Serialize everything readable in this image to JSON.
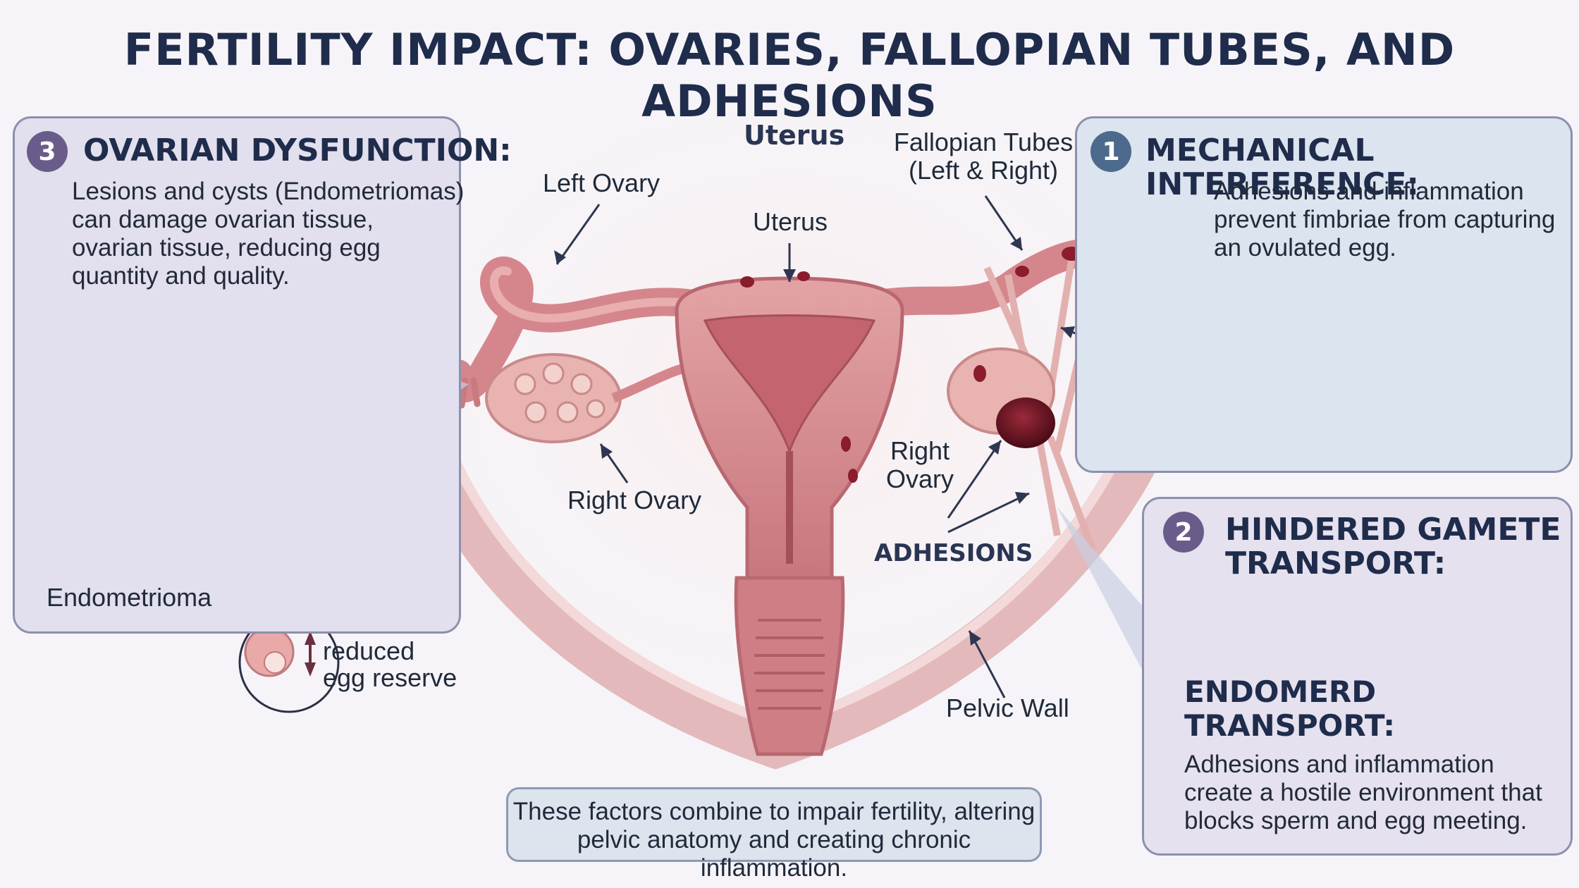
{
  "title": "FERTILITY IMPACT: OVARIES, FALLOPIAN TUBES, AND ADHESIONS",
  "panels": {
    "ovarian": {
      "number": "3",
      "heading": "OVARIAN DYSFUNCTION:",
      "text": [
        "Lesions and cysts (Endometriomas)",
        "can damage ovarian tissue,",
        "ovarian tissue, reducing egg",
        "quantity and quality."
      ],
      "label_endometrioma": "Endometrioma",
      "reserve_label": [
        "reduced",
        "egg reserve"
      ]
    },
    "mechanical": {
      "number": "1",
      "heading": "MECHANICAL INTERFERENCE:",
      "text": [
        "Adhesions and inflammation",
        "prevent fimbriae from capturing",
        "an ovulated egg."
      ]
    },
    "gamete": {
      "number": "2",
      "heading": [
        "HINDERED GAMETE",
        "TRANSPORT:"
      ],
      "subheading": [
        "ENDOMERD",
        "TRANSPORT:"
      ],
      "text": [
        "Adhesions and inflammation",
        "create a hostile environment that",
        "blocks sperm and egg meeting."
      ]
    }
  },
  "labels": {
    "uterus_top": "Uterus",
    "uterus": "Uterus",
    "left_ovary": "Left Ovary",
    "right_ovary_left": "Right Ovary",
    "fallopian": [
      "Fallopian Tubes",
      "(Left & Right)"
    ],
    "right_ovary": [
      "Right",
      "Ovary"
    ],
    "adhesions": "ADHESIONS",
    "pelvic_wall": "Pelvic Wall"
  },
  "footer": [
    "These factors combine to impair fertility, altering",
    "pelvic anatomy and creating chronic inflammation."
  ],
  "colors": {
    "title": "#1f2c4b",
    "tissue": "#d98e93",
    "tissue_dark": "#b4626b",
    "lesion": "#8a1c2c",
    "panel_purple": "#e2dfee",
    "panel_blue": "#dbe4ef"
  }
}
